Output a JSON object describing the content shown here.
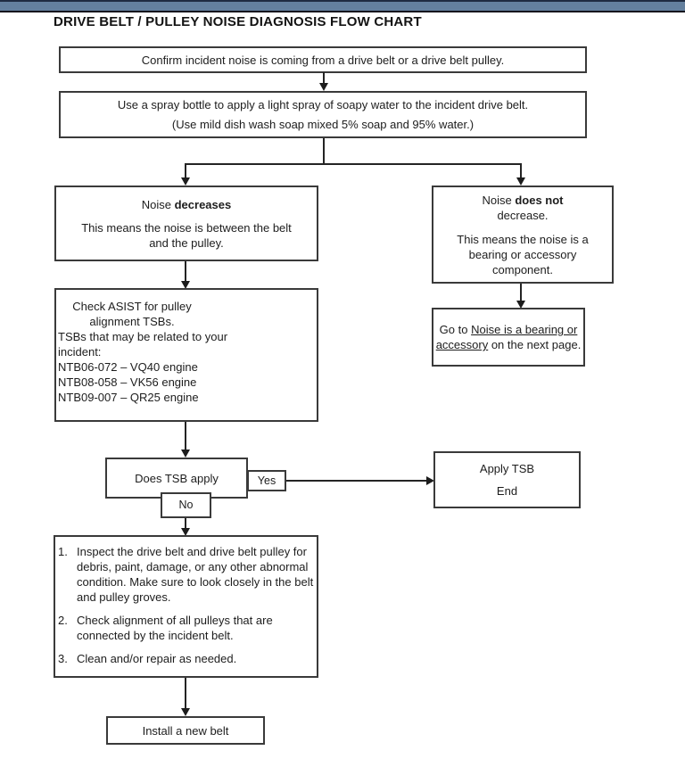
{
  "page": {
    "title": "DRIVE BELT / PULLEY NOISE DIAGNOSIS FLOW CHART"
  },
  "colors": {
    "header_bar": "#64809e",
    "header_bar_top_edge": "#1f2b41",
    "header_bar_bottom_edge": "#15151d",
    "box_border": "#3a3a3a",
    "connector": "#242424",
    "text": "#1d1d1d"
  },
  "nodes": {
    "confirm": {
      "text": "Confirm incident noise is coming from a drive belt or a drive belt pulley."
    },
    "spray": {
      "line1": "Use a spray bottle to apply a light spray of soapy water to the incident drive belt.",
      "line2": "(Use mild dish wash soap mixed 5% soap and 95% water.)"
    },
    "noise_decreases": {
      "title_prefix": "Noise ",
      "title_bold": "decreases",
      "body": "This means the noise is between the belt and the pulley."
    },
    "noise_does_not": {
      "title_prefix": "Noise ",
      "title_bold": "does not",
      "title_line2": "decrease.",
      "body": "This means the noise is a bearing or accessory component."
    },
    "check_asist": {
      "heading": "Check ASIST for pulley alignment TSBs.",
      "intro": "TSBs that may be related to your incident:",
      "tsbs": [
        "NTB06-072 – VQ40 engine",
        "NTB08-058 – VK56 engine",
        "NTB09-007 – QR25 engine"
      ]
    },
    "goto_next_page": {
      "prefix": "Go to ",
      "link_text": "Noise is a bearing or accessory",
      "suffix": " on the next page."
    },
    "does_tsb_apply": {
      "text": "Does TSB apply"
    },
    "yes_label": "Yes",
    "no_label": "No",
    "apply_tsb": {
      "line1": "Apply TSB",
      "line2": "End"
    },
    "inspect": {
      "items": [
        {
          "num": "1.",
          "text": "Inspect the drive belt and drive belt pulley for debris, paint, damage, or any other abnormal condition. Make sure to look closely in the belt and pulley groves."
        },
        {
          "num": "2.",
          "text": "Check alignment of all pulleys that are connected by the incident belt."
        },
        {
          "num": "3.",
          "text": "Clean and/or repair as needed."
        }
      ]
    },
    "install": {
      "text": "Install a new belt"
    }
  }
}
